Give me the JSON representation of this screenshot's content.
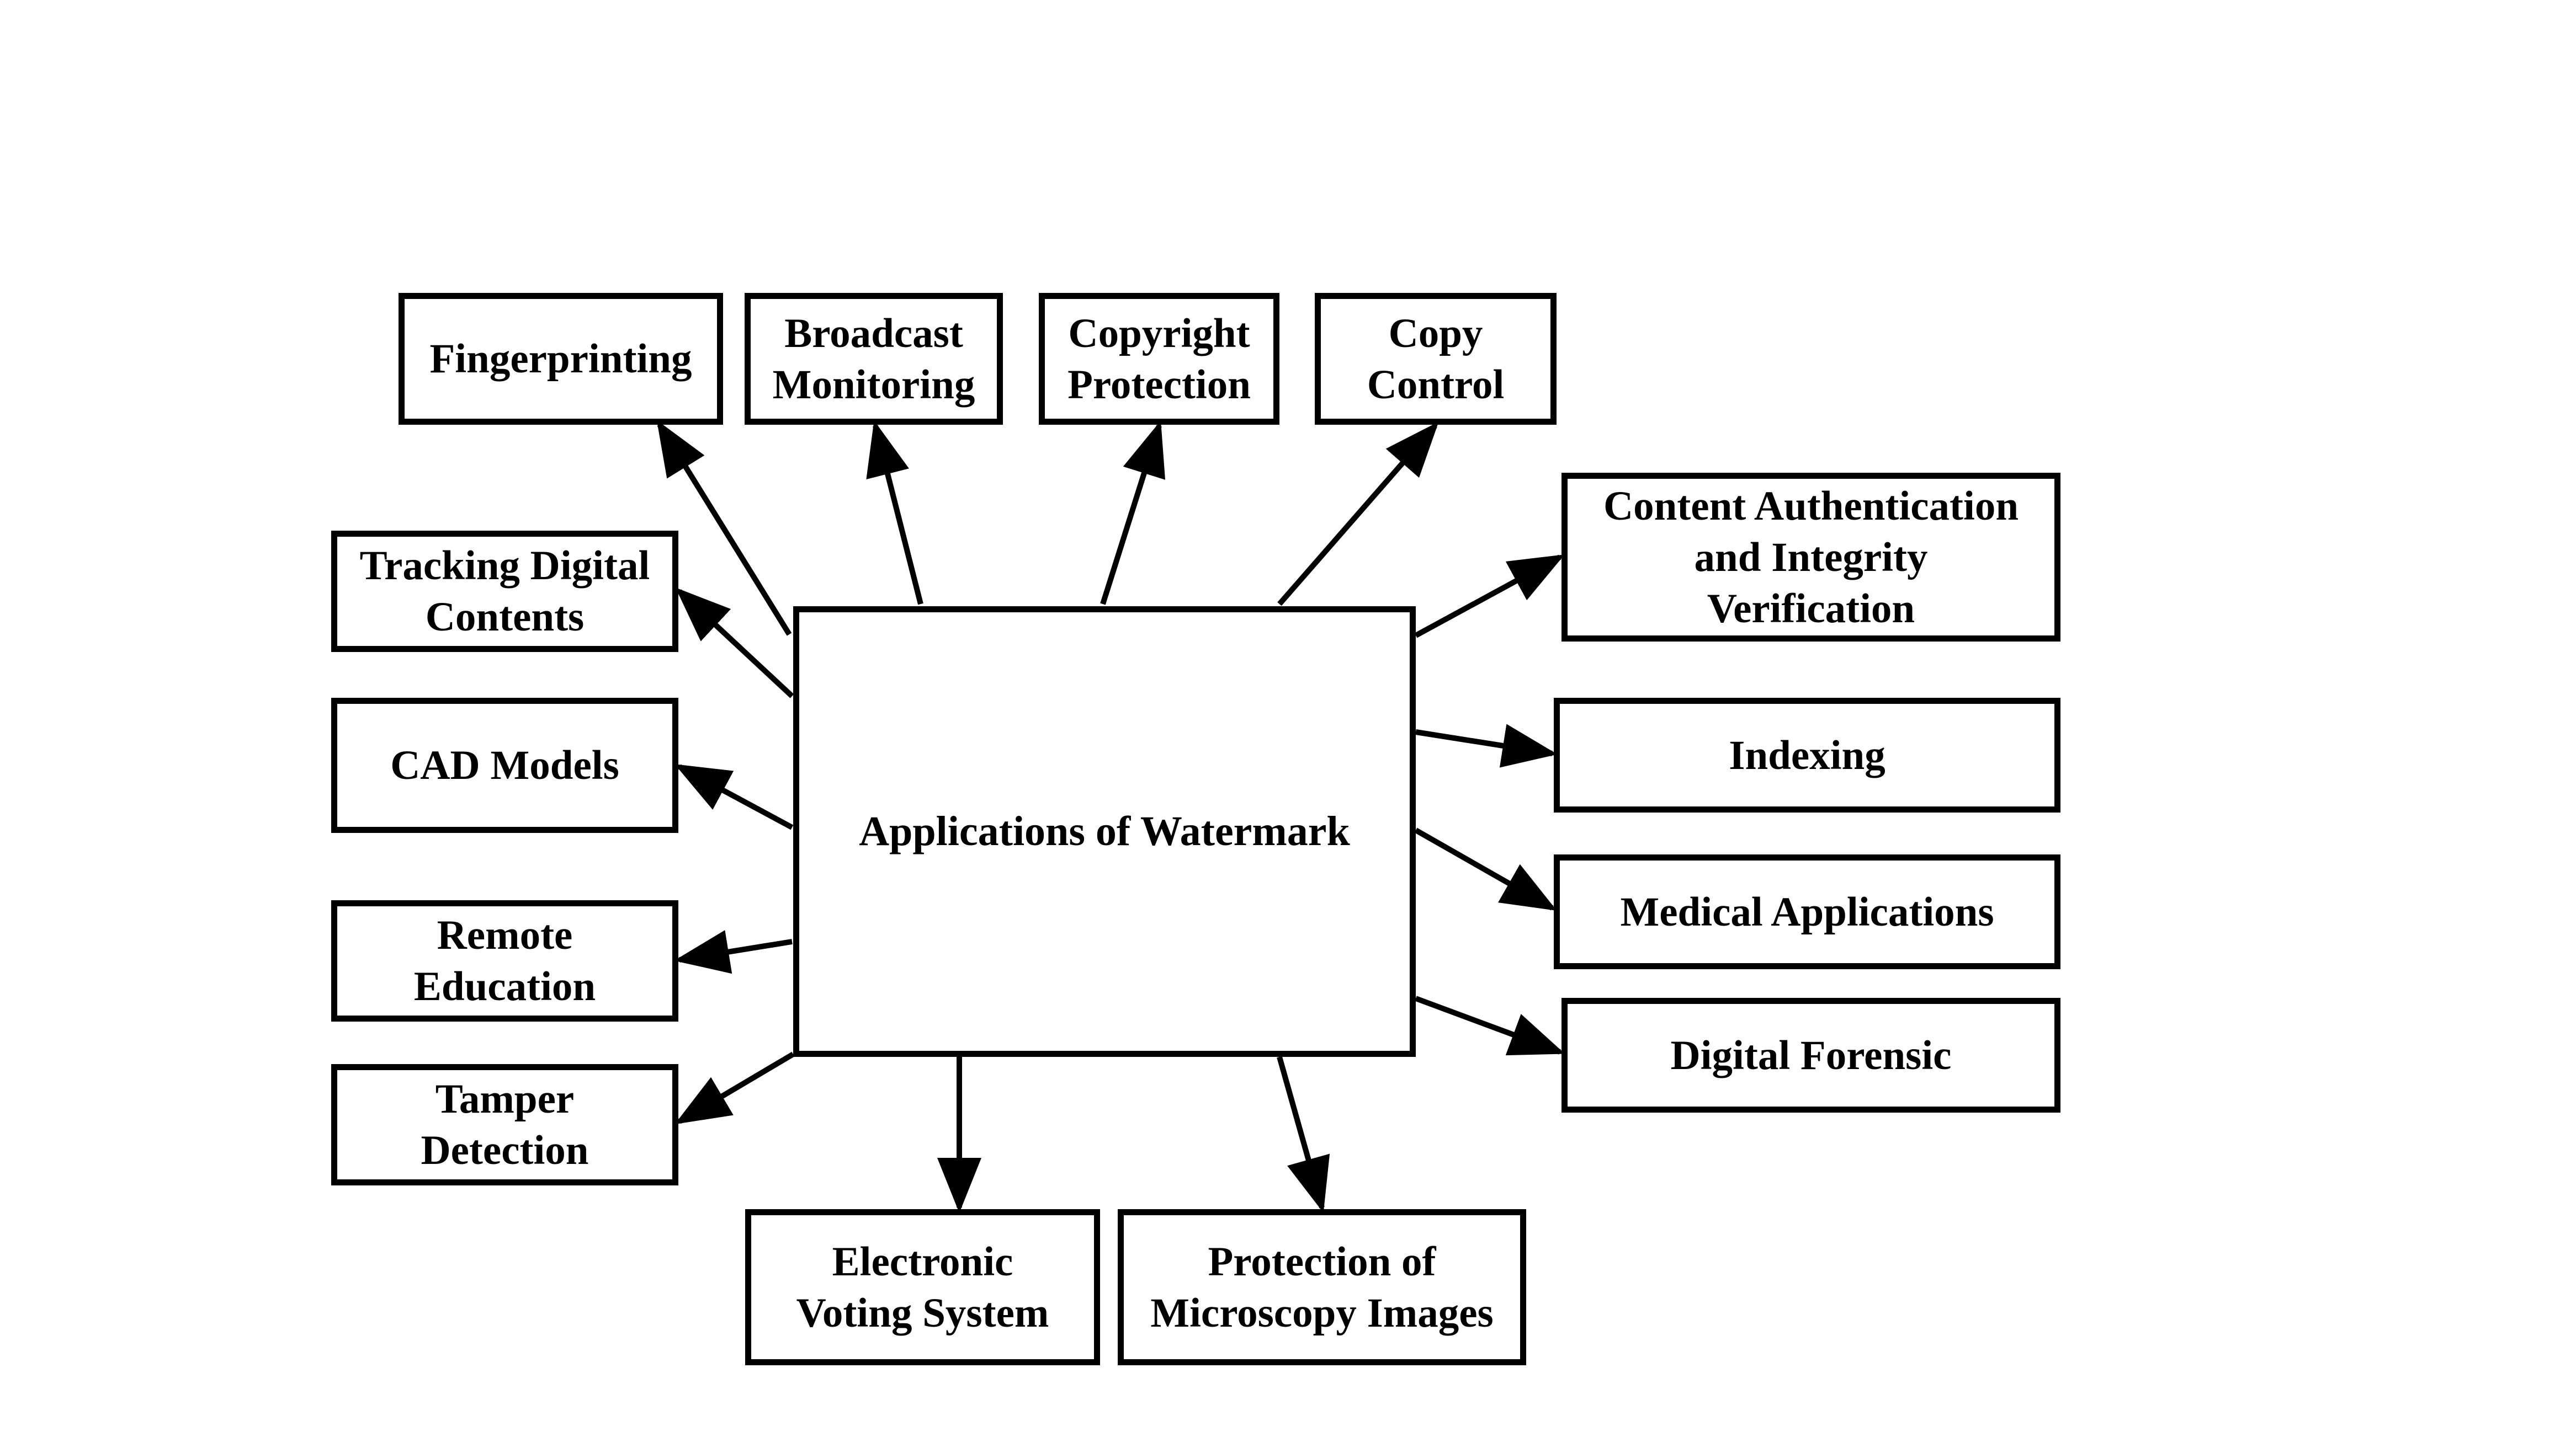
{
  "diagram": {
    "center": {
      "lines": [
        "Applications of Watermark"
      ]
    },
    "nodes": {
      "fingerprinting": {
        "lines": [
          "Fingerprinting"
        ]
      },
      "broadcast": {
        "lines": [
          "Broadcast",
          "Monitoring"
        ]
      },
      "copyright": {
        "lines": [
          "Copyright",
          "Protection"
        ]
      },
      "copy_control": {
        "lines": [
          "Copy",
          "Control"
        ]
      },
      "tracking": {
        "lines": [
          "Tracking Digital",
          "Contents"
        ]
      },
      "cad": {
        "lines": [
          "CAD Models"
        ]
      },
      "remote": {
        "lines": [
          "Remote",
          "Education"
        ]
      },
      "tamper": {
        "lines": [
          "Tamper",
          "Detection"
        ]
      },
      "evoting": {
        "lines": [
          "Electronic",
          "Voting System"
        ]
      },
      "microscopy": {
        "lines": [
          "Protection of",
          "Microscopy Images"
        ]
      },
      "content_auth": {
        "lines": [
          "Content Authentication",
          "and Integrity",
          "Verification"
        ]
      },
      "indexing": {
        "lines": [
          "Indexing"
        ]
      },
      "medical": {
        "lines": [
          "Medical Applications"
        ]
      },
      "forensic": {
        "lines": [
          "Digital Forensic"
        ]
      }
    },
    "edges": [
      {
        "from": "center",
        "to": "fingerprinting"
      },
      {
        "from": "center",
        "to": "broadcast"
      },
      {
        "from": "center",
        "to": "copyright"
      },
      {
        "from": "center",
        "to": "copy_control"
      },
      {
        "from": "center",
        "to": "tracking"
      },
      {
        "from": "center",
        "to": "cad"
      },
      {
        "from": "center",
        "to": "remote"
      },
      {
        "from": "center",
        "to": "tamper"
      },
      {
        "from": "center",
        "to": "evoting"
      },
      {
        "from": "center",
        "to": "microscopy"
      },
      {
        "from": "center",
        "to": "content_auth"
      },
      {
        "from": "center",
        "to": "indexing"
      },
      {
        "from": "center",
        "to": "medical"
      },
      {
        "from": "center",
        "to": "forensic"
      }
    ],
    "colors": {
      "stroke": "#000000",
      "background": "#ffffff",
      "text": "#000000"
    }
  }
}
